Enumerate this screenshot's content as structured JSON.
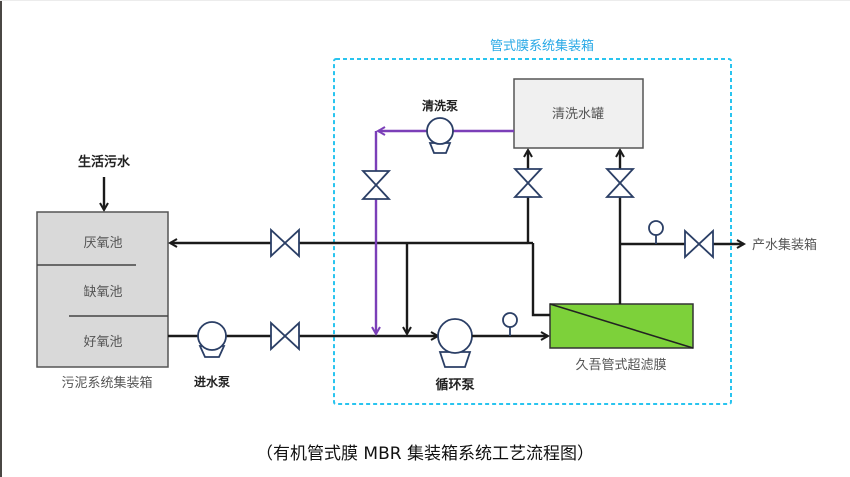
{
  "diagram": {
    "title_caption": "（有机管式膜 MBR 集装箱系统工艺流程图）",
    "container_label": "管式膜系统集装箱",
    "inlet_label": "生活污水",
    "sludge_container": {
      "caption": "污泥系统集装箱",
      "tanks": [
        "厌氧池",
        "缺氧池",
        "好氧池"
      ]
    },
    "pumps": {
      "feed": "进水泵",
      "circulation": "循环泵",
      "cleaning": "清洗泵"
    },
    "cleaning_tank": "清洗水罐",
    "membrane": "久吾管式超滤膜",
    "outlet_label": "产水集装箱",
    "colors": {
      "container_border": "#29c4ef",
      "container_label": "#29a9e6",
      "cleaning_line": "#7b3fb8",
      "membrane_fill": "#7dd13a",
      "tank_fill": "#d9d9d9",
      "cleaning_tank_fill": "#f0f0f0",
      "symbol_stroke": "#2b3f66"
    }
  }
}
